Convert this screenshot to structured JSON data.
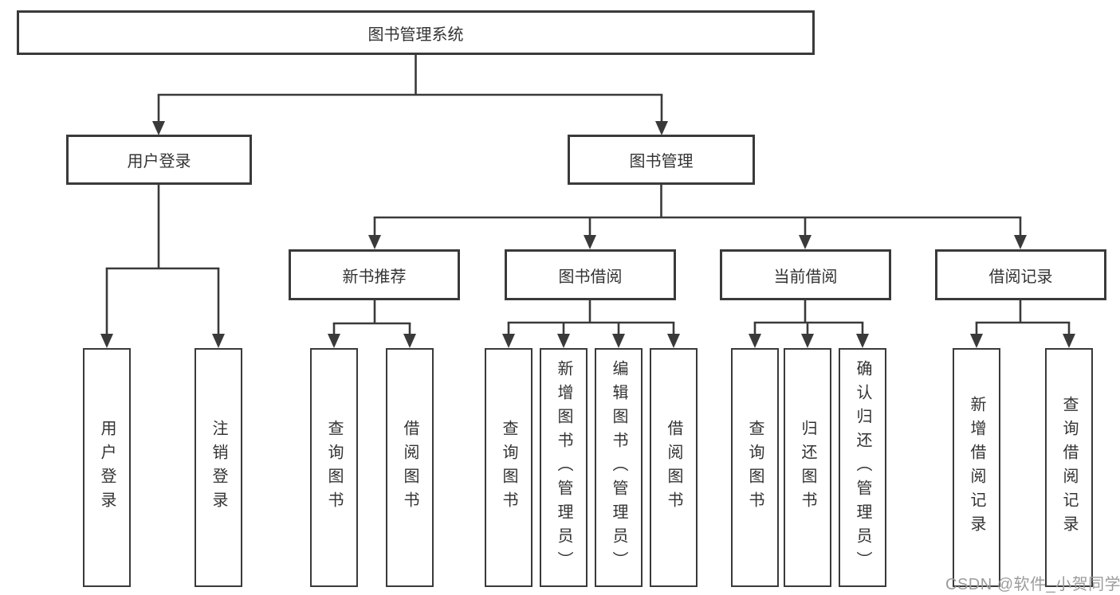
{
  "colors": {
    "line": "#3a3a3a",
    "text": "#333333",
    "watermark": "#9c9c9c",
    "background": "#ffffff"
  },
  "diagram": {
    "root": {
      "label": "图书管理系统"
    },
    "level2": [
      {
        "label": "用户登录",
        "parent": "图书管理系统"
      },
      {
        "label": "图书管理",
        "parent": "图书管理系统"
      }
    ],
    "level3": [
      {
        "label": "新书推荐",
        "parent": "图书管理"
      },
      {
        "label": "图书借阅",
        "parent": "图书管理"
      },
      {
        "label": "当前借阅",
        "parent": "图书管理"
      },
      {
        "label": "借阅记录",
        "parent": "图书管理"
      }
    ],
    "level4": [
      {
        "label": "用户登录",
        "parent": "用户登录"
      },
      {
        "label": "注销登录",
        "parent": "用户登录"
      },
      {
        "label": "查询图书",
        "parent": "新书推荐"
      },
      {
        "label": "借阅图书",
        "parent": "新书推荐"
      },
      {
        "label": "查询图书",
        "parent": "图书借阅"
      },
      {
        "label": "新增图书（管理员）",
        "parent": "图书借阅"
      },
      {
        "label": "编辑图书（管理员）",
        "parent": "图书借阅"
      },
      {
        "label": "借阅图书",
        "parent": "图书借阅"
      },
      {
        "label": "查询图书",
        "parent": "当前借阅"
      },
      {
        "label": "归还图书",
        "parent": "当前借阅"
      },
      {
        "label": "确认归还（管理员）",
        "parent": "当前借阅"
      },
      {
        "label": "新增借阅记录",
        "parent": "借阅记录"
      },
      {
        "label": "查询借阅记录",
        "parent": "借阅记录"
      }
    ]
  },
  "watermark": {
    "text": "CSDN @软件_小贺同学"
  }
}
